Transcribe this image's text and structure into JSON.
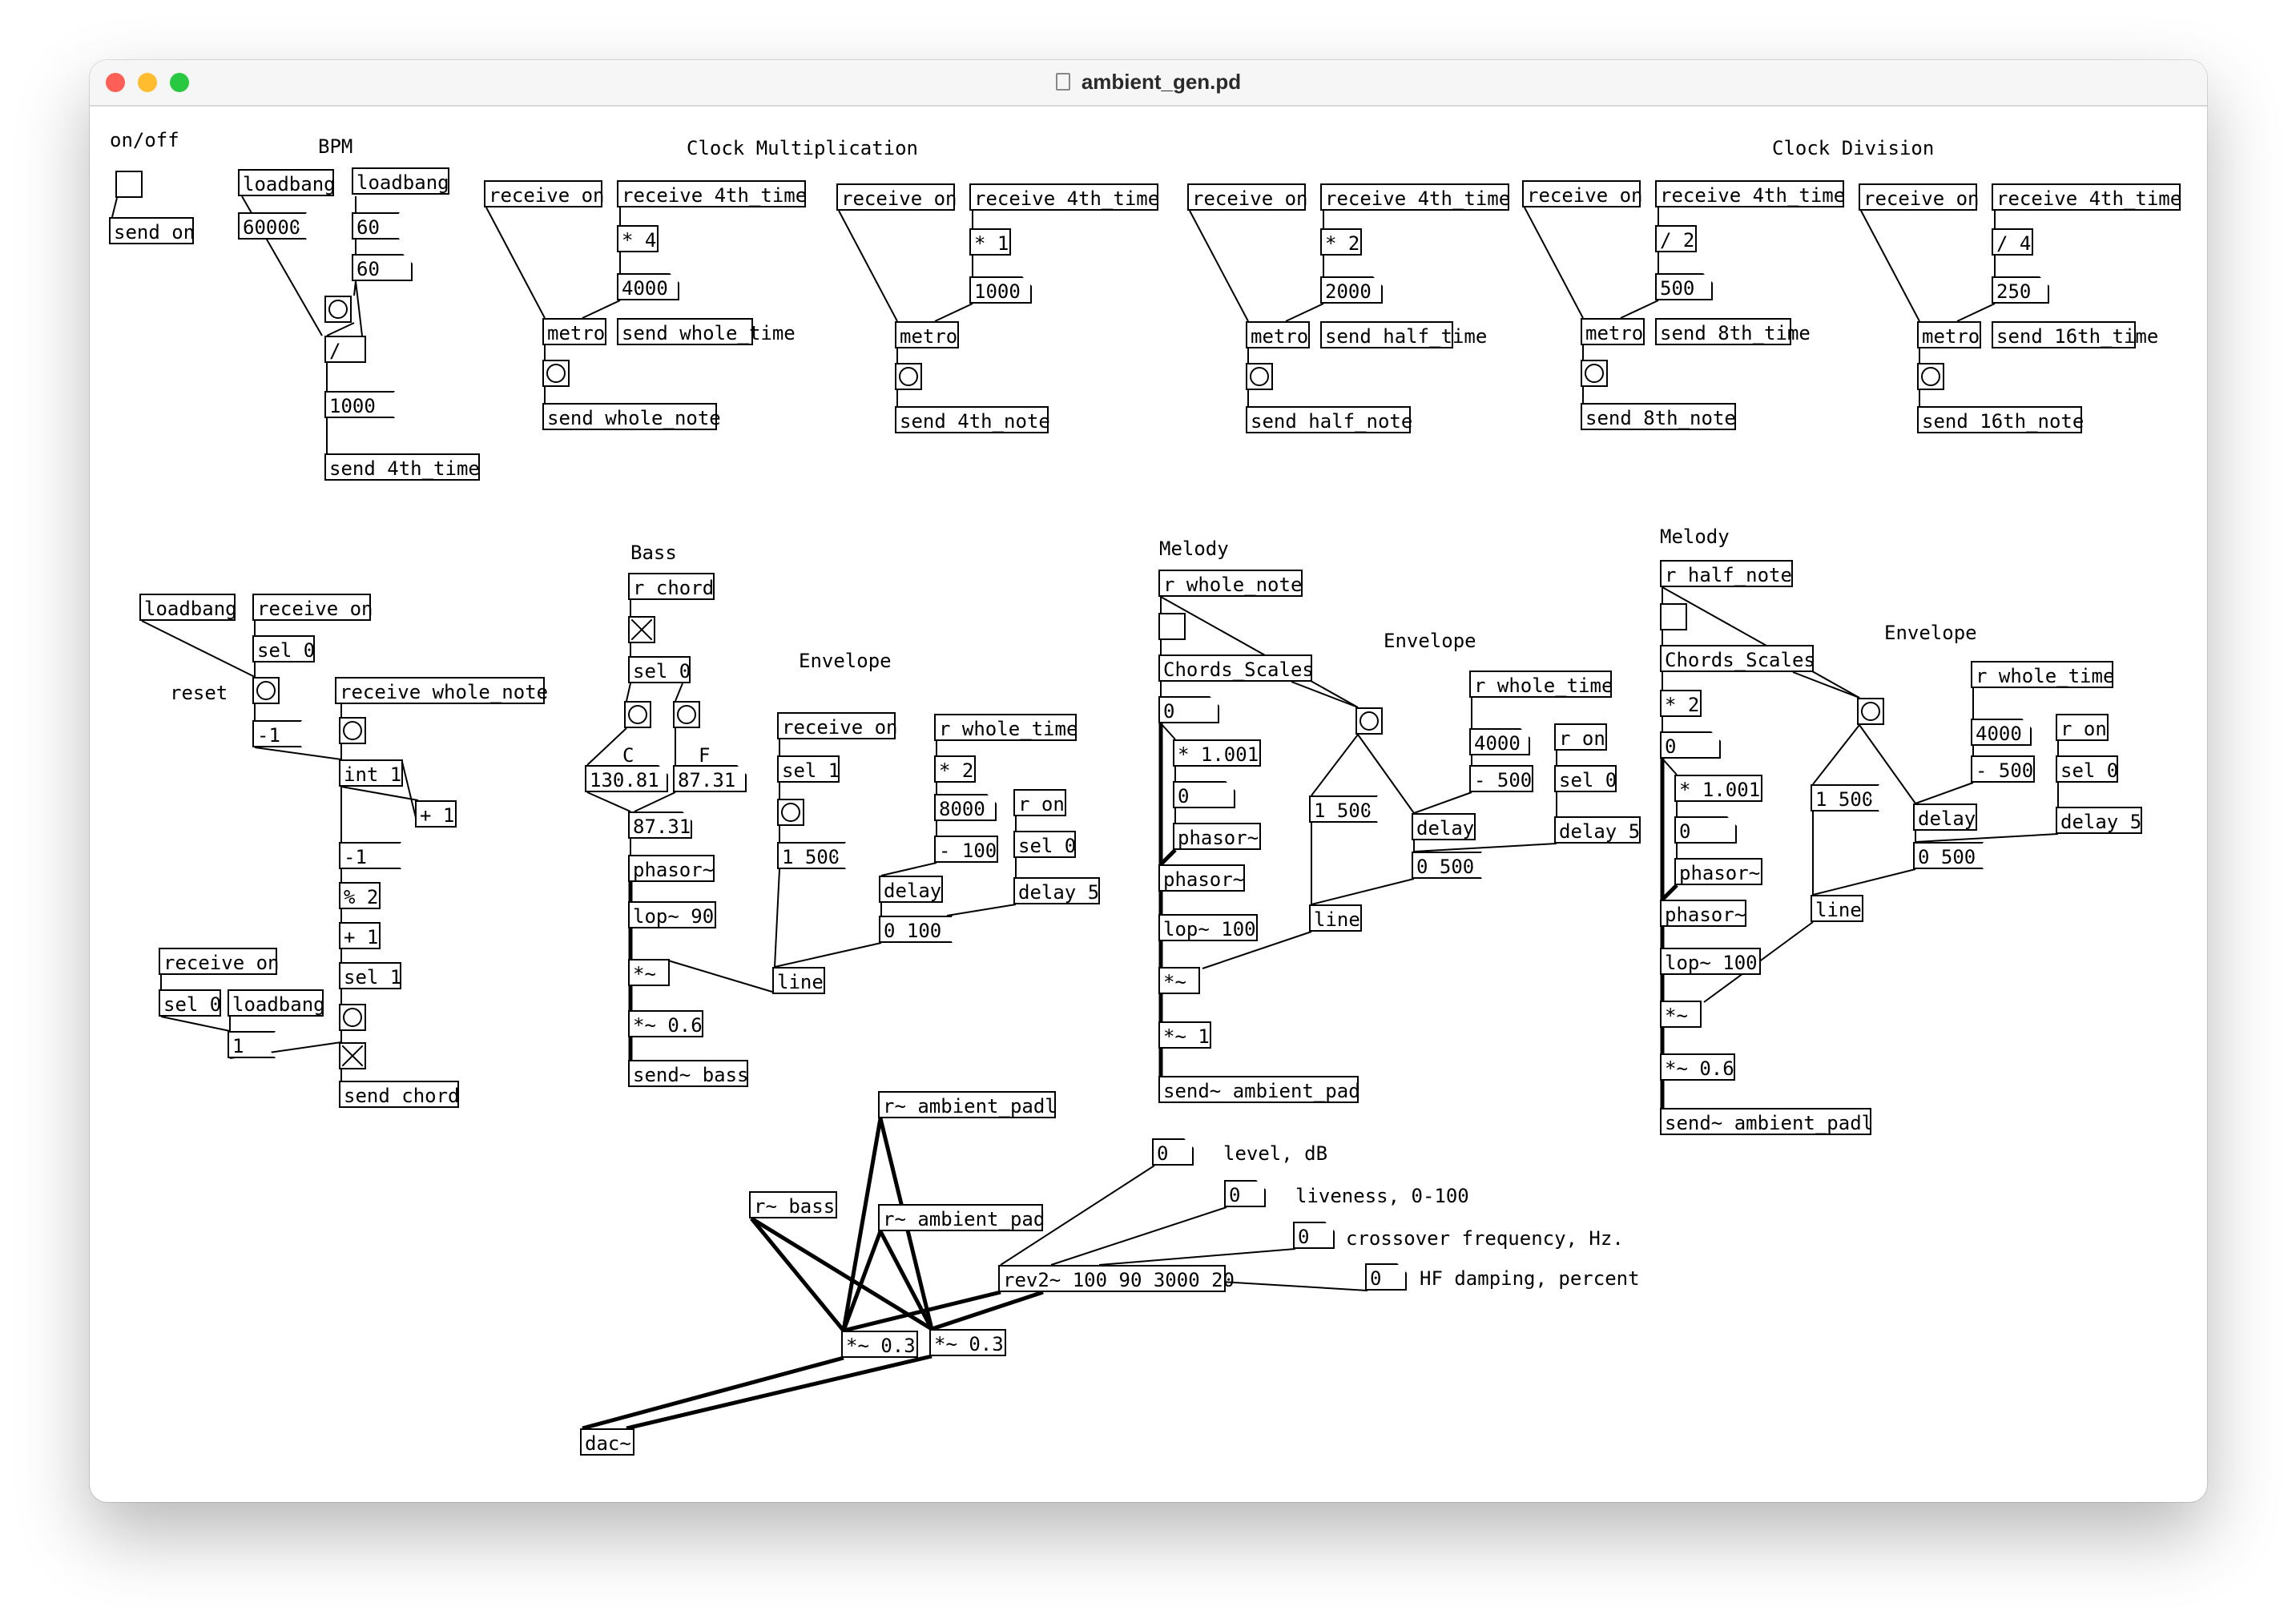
{
  "window": {
    "title": "ambient_gen.pd",
    "traffic_lights": {
      "close": "#fe5f57",
      "minimize": "#febc2e",
      "zoom": "#28c840"
    }
  },
  "comments": {
    "on_off": "on/off",
    "bpm": "BPM",
    "clock_mult": "Clock Multiplication",
    "clock_div": "Clock Division",
    "reset": "reset",
    "bass": "Bass",
    "envelope1": "Envelope",
    "c": "C",
    "f": "F",
    "melody1": "Melody",
    "envelope2": "Envelope",
    "melody2": "Melody",
    "envelope3": "Envelope",
    "level": "level, dB",
    "liveness": "liveness, 0-100",
    "crossover": "crossover frequency, Hz.",
    "hf": "HF damping, percent"
  },
  "objects": {
    "send_on": "send on",
    "loadbang1": "loadbang",
    "loadbang2": "loadbang",
    "div": "/",
    "send_4th_time": "send 4th_time",
    "cm_recv_on": "receive on",
    "cm_recv_4th": "receive 4th_time",
    "cm_mul4": "* 4",
    "cm_metro": "metro",
    "cm_send_whole_time": "send whole_time",
    "cm_send_whole_note": "send whole_note",
    "c2_recv_on": "receive on",
    "c2_recv_4th": "receive 4th_time",
    "c2_mul1": "* 1",
    "c2_metro": "metro",
    "c2_send": "send 4th_note",
    "c3_recv_on": "receive on",
    "c3_recv_4th": "receive 4th_time",
    "c3_mul2": "* 2",
    "c3_metro": "metro",
    "c3_send_time": "send half_time",
    "c3_send_note": "send half_note",
    "c4_recv_on": "receive on",
    "c4_recv_4th": "receive 4th_time",
    "c4_div2": "/ 2",
    "c4_metro": "metro",
    "c4_send_time": "send 8th_time",
    "c4_send_note": "send 8th_note",
    "c5_recv_on": "receive on",
    "c5_recv_4th": "receive 4th_time",
    "c5_div4": "/ 4",
    "c5_metro": "metro",
    "c5_send_time": "send 16th_time",
    "c5_send_note": "send 16th_note",
    "ch_loadbang": "loadbang",
    "ch_recv_on": "receive on",
    "ch_sel0": "sel 0",
    "ch_recv_whole": "receive whole_note",
    "ch_int": "int 1",
    "ch_plus1": "+ 1",
    "ch_mod2": "% 2",
    "ch_plus1b": "+ 1",
    "ch_sel1": "sel 1",
    "ch_recv_on2": "receive on",
    "ch_sel0b": "sel 0",
    "ch_loadbang2": "loadbang",
    "ch_send_chord": "send chord",
    "b_r_chord": "r chord",
    "b_sel0": "sel 0",
    "b_phasor": "phasor~",
    "b_lop": "lop~ 90",
    "b_mul": "*~",
    "b_mul06": "*~ 0.6",
    "b_send": "send~ bass",
    "be_recv_on": "receive on",
    "be_sel1": "sel 1",
    "be_r_whole_time": "r whole_time",
    "be_mul2": "* 2",
    "be_minus100": "- 100",
    "be_r_on": "r on",
    "be_sel0": "sel 0",
    "be_delay": "delay",
    "be_delay5": "delay 5",
    "be_line": "line",
    "m1_r_whole": "r whole_note",
    "m1_chords": "Chords_Scales",
    "m1_mul": "* 1.001",
    "m1_phasor1": "phasor~",
    "m1_phasor2": "phasor~",
    "m1_lop": "lop~ 100",
    "m1_mulsig": "*~",
    "m1_mul1": "*~ 1",
    "m1_send": "send~ ambient_pad",
    "m1e_r_whole_time": "r whole_time",
    "m1e_minus500": "- 500",
    "m1e_r_on": "r on",
    "m1e_sel0": "sel 0",
    "m1e_delay": "delay",
    "m1e_delay5": "delay 5",
    "m1e_line": "line",
    "m2_r_half": "r half_note",
    "m2_chords": "Chords_Scales",
    "m2_mul2": "* 2",
    "m2_mul": "* 1.001",
    "m2_phasor1": "phasor~",
    "m2_phasor2": "phasor~",
    "m2_lop": "lop~ 100",
    "m2_mulsig": "*~",
    "m2_mul06": "*~ 0.6",
    "m2_send": "send~ ambient_padl",
    "m2e_r_whole_time": "r whole_time",
    "m2e_minus500": "- 500",
    "m2e_r_on": "r on",
    "m2e_sel0": "sel 0",
    "m2e_delay": "delay",
    "m2e_delay5": "delay 5",
    "m2e_line": "line",
    "o_r_padl": "r~ ambient_padl",
    "o_r_bass": "r~ bass",
    "o_r_pad": "r~ ambient_pad",
    "o_rev": "rev2~ 100 90 3000 20",
    "o_mulL": "*~ 0.3",
    "o_mulR": "*~ 0.3",
    "o_dac": "dac~"
  },
  "messages": {
    "bpm_60000": "60000",
    "bpm_60a": "60",
    "bpm_1000": "1000",
    "ch_m1": "-1",
    "ch_m1b": "-1",
    "ch_one": "1",
    "be_1_500": "1 500",
    "be_0_100": "0 100",
    "m1_1_500": "1 500",
    "m1_0_500": "0 500",
    "m2_1_500": "1 500",
    "m2_0_500": "0 500"
  },
  "numbers": {
    "bpm_60": "60",
    "cm_4000": "4000",
    "c2_1000": "1000",
    "c3_2000": "2000",
    "c4_500": "500",
    "c5_250": "250",
    "b_130": "130.81",
    "b_87a": "87.31",
    "b_87b": "87.31",
    "be_8000": "8000",
    "m1_0a": "0",
    "m1_0b": "0",
    "m1e_4000": "4000",
    "m2_0a": "0",
    "m2_0b": "0",
    "m2e_4000": "4000",
    "o_level": "0",
    "o_live": "0",
    "o_cross": "0",
    "o_hf": "0"
  }
}
